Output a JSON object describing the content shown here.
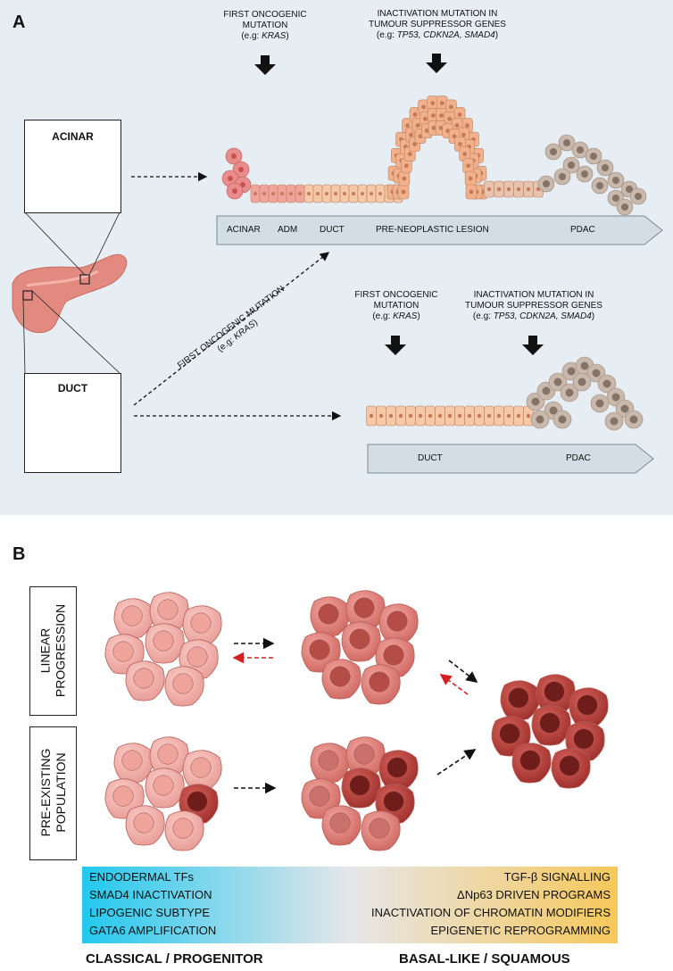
{
  "panel_a": {
    "letter": "A",
    "acinar_box_label": "ACINAR",
    "duct_box_label": "DUCT",
    "top_mut1": {
      "line1": "FIRST ONCOGENIC",
      "line2": "MUTATION",
      "line3_pre": "(e.g: ",
      "line3_gene": "KRAS",
      "line3_post": ")"
    },
    "top_mut2": {
      "line1": "INACTIVATION MUTATION IN",
      "line2": "TUMOUR SUPPRESSOR GENES",
      "line3_pre": "(e.g: ",
      "line3_genes": "TP53, CDKN2A, SMAD4",
      "line3_post": ")"
    },
    "top_arrow_labels": [
      "ACINAR",
      "ADM",
      "DUCT",
      "PRE-NEOPLASTIC LESION",
      "PDAC"
    ],
    "diag_label": {
      "line1": "FIRST ONCOGENIC MUTATION",
      "line2_pre": "(e.g: ",
      "line2_gene": "KRAS",
      "line2_post": ")"
    },
    "bot_mut1": {
      "line1": "FIRST ONCOGENIC",
      "line2": "MUTATION",
      "line3_pre": "(e.g: ",
      "line3_gene": "KRAS",
      "line3_post": ")"
    },
    "bot_mut2": {
      "line1": "INACTIVATION MUTATION IN",
      "line2": "TUMOUR SUPPRESSOR GENES",
      "line3_pre": "(e.g: ",
      "line3_genes": "TP53, CDKN2A, SMAD4",
      "line3_post": ")"
    },
    "bot_arrow_labels": [
      "DUCT",
      "PDAC"
    ],
    "colors": {
      "panel_bg": "#e6edf3",
      "arrow_fill": "#d3dde6",
      "acinar_cell": "#e98c8c",
      "duct_cell": "#f6c8a6",
      "lesion_cell": "#f2b18b",
      "pdac_cell": "#c9b9ad"
    }
  },
  "panel_b": {
    "letter": "B",
    "row1_label": {
      "line1": "LINEAR",
      "line2": "PROGRESSION"
    },
    "row2_label": {
      "line1": "PRE-EXISTING",
      "line2": "POPULATION"
    },
    "legend_left": [
      "ENDODERMAL TFs",
      "SMAD4 INACTIVATION",
      "LIPOGENIC SUBTYPE",
      "GATA6 AMPLIFICATION"
    ],
    "legend_right": [
      "TGF-β SIGNALLING",
      "ΔNp63 DRIVEN PROGRAMS",
      "INACTIVATION OF CHROMATIN MODIFIERS",
      "EPIGENETIC REPROGRAMMING"
    ],
    "footer_left": "CLASSICAL / PROGENITOR",
    "footer_right": "BASAL-LIKE / SQUAMOUS",
    "colors": {
      "gradient_left": "#22c8ee",
      "gradient_mid": "#e6e6ea",
      "gradient_right": "#f6c85a",
      "classical_cell": "#f2a6a0",
      "mid_cell": "#e07f78",
      "basal_cell": "#b8423d",
      "reverse_arrow": "#d42020"
    }
  }
}
